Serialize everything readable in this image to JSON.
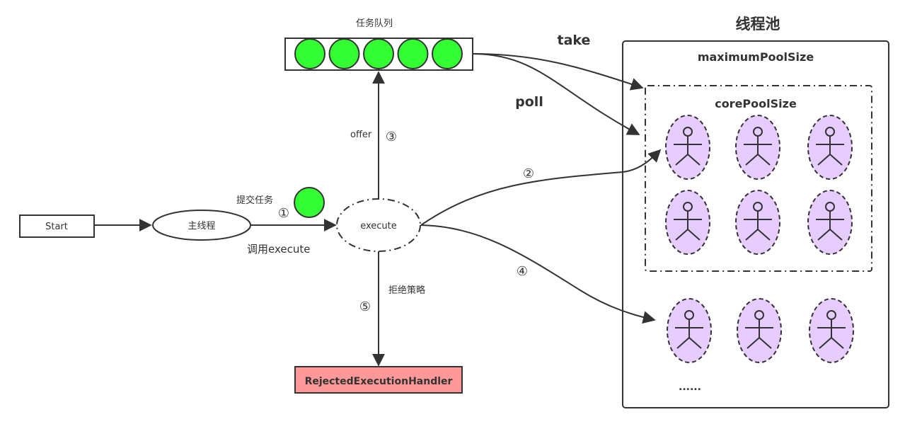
{
  "title": "线程池",
  "queue": {
    "label": "任务队列",
    "task_count": 5,
    "task_color": "#33ff33"
  },
  "nodes": {
    "start": "Start",
    "main_thread": "主线程",
    "execute": "execute",
    "rejected_handler": "RejectedExecutionHandler"
  },
  "edges": {
    "submit_task": "提交任务",
    "call_execute": "调用execute",
    "offer": "offer",
    "reject_policy": "拒绝策略",
    "take": "take",
    "poll": "poll"
  },
  "steps": {
    "s1": "①",
    "s2": "②",
    "s3": "③",
    "s4": "④",
    "s5": "⑤"
  },
  "pool": {
    "max_label": "maximumPoolSize",
    "core_label": "corePoolSize",
    "core_workers": 6,
    "extra_workers": 3,
    "ellipsis": "......",
    "worker_color": "#e6ccff"
  },
  "colors": {
    "rejected_fill": "#ff9999",
    "stroke": "#333333"
  }
}
